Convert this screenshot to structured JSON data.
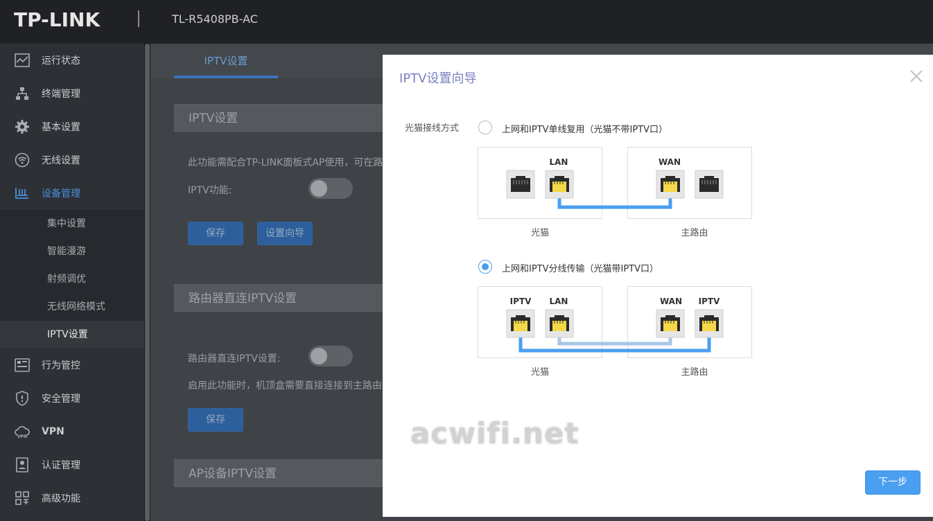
{
  "header": {
    "logo": "TP-LINK",
    "model": "TL-R5408PB-AC"
  },
  "sidebar": {
    "items": [
      {
        "label": "运行状态",
        "icon": "chart-line-icon"
      },
      {
        "label": "终端管理",
        "icon": "network-tree-icon"
      },
      {
        "label": "基本设置",
        "icon": "gear-icon"
      },
      {
        "label": "无线设置",
        "icon": "wifi-icon"
      },
      {
        "label": "设备管理",
        "icon": "device-manage-icon"
      },
      {
        "label": "行为管控",
        "icon": "behavior-control-icon"
      },
      {
        "label": "安全管理",
        "icon": "shield-icon"
      },
      {
        "label": "VPN",
        "icon": "vpn-cloud-icon"
      },
      {
        "label": "认证管理",
        "icon": "id-badge-icon"
      },
      {
        "label": "高级功能",
        "icon": "grid-icon"
      }
    ],
    "submenu": [
      "集中设置",
      "智能漫游",
      "射频调优",
      "无线网络模式",
      "IPTV设置"
    ],
    "active_submenu": "IPTV设置"
  },
  "main": {
    "tab": "IPTV设置",
    "section1_title": "IPTV设置",
    "section1_desc": "此功能需配合TP-LINK面板式AP使用，可在路",
    "iptv_function_label": "IPTV功能:",
    "save_label": "保存",
    "wizard_label": "设置向导",
    "section2_title": "路由器直连IPTV设置",
    "direct_label": "路由器直连IPTV设置:",
    "direct_desc": "启用此功能时，机顶盒需要直接连接到主路由",
    "save2_label": "保存",
    "section3_title": "AP设备IPTV设置"
  },
  "modal": {
    "title": "IPTV设置向导",
    "field_label": "光猫接线方式",
    "option1": "上网和IPTV单线复用（光猫不带IPTV口）",
    "option2": "上网和IPTV分线传输（光猫带IPTV口）",
    "selected": 2,
    "diagram1": {
      "modem_port": "LAN",
      "router_port": "WAN",
      "modem_name": "光猫",
      "router_name": "主路由"
    },
    "diagram2": {
      "modem_ports": [
        "IPTV",
        "LAN"
      ],
      "router_ports": [
        "WAN",
        "IPTV"
      ],
      "modem_name": "光猫",
      "router_name": "主路由"
    },
    "next_label": "下一步",
    "watermark": "acwifi.net",
    "colors": {
      "accent": "#4a9ff0",
      "cable_light": "#a6c6e8",
      "port_yellow": "#f5d84a"
    }
  }
}
